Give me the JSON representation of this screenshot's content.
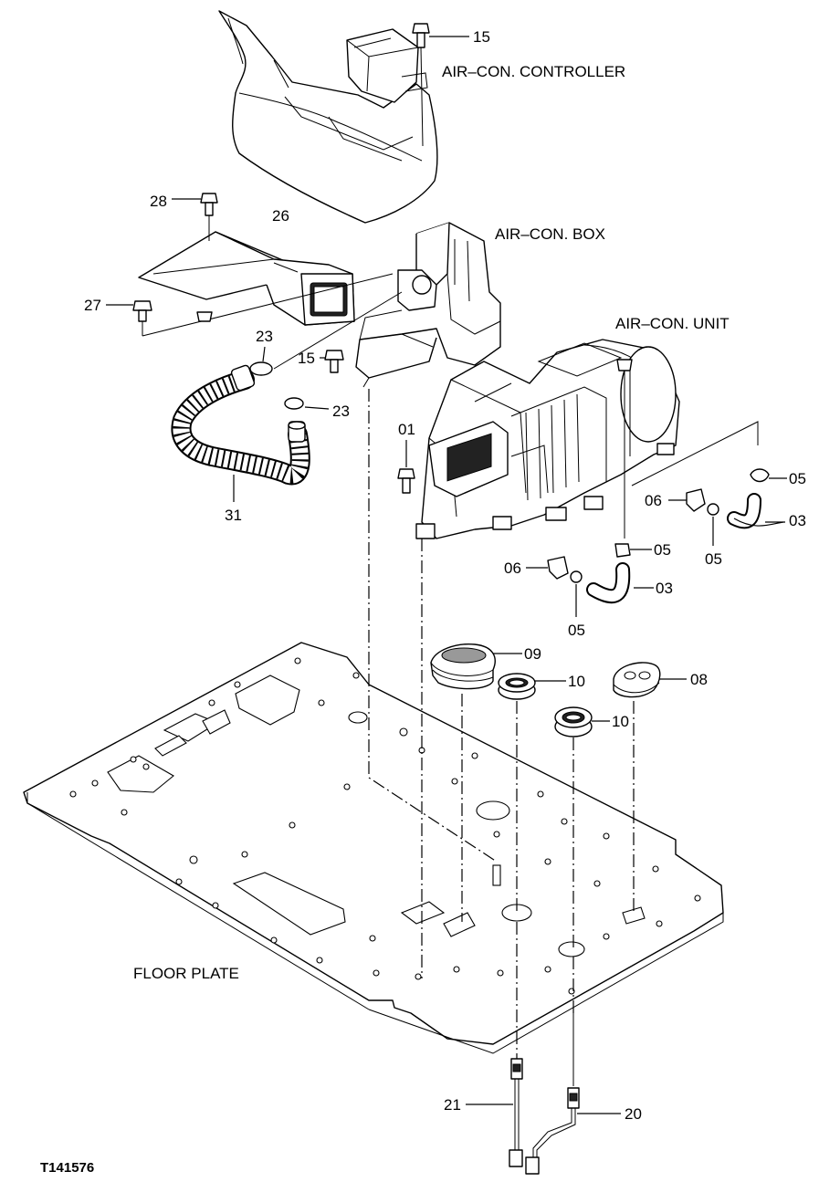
{
  "labels": {
    "air_con_controller": "AIR–CON. CONTROLLER",
    "air_con_box": "AIR–CON. BOX",
    "air_con_unit": "AIR–CON. UNIT",
    "floor_plate": "FLOOR PLATE"
  },
  "figure_id": "T141576",
  "callouts": {
    "c15_top": "15",
    "c28": "28",
    "c26": "26",
    "c27": "27",
    "c23_top": "23",
    "c15_mid": "15",
    "c23_mid": "23",
    "c31": "31",
    "c01": "01",
    "c05_right": "05",
    "c06_right": "06",
    "c03_right": "03",
    "c05_mid": "05",
    "c05_mid2": "05",
    "c06_low": "06",
    "c03_low": "03",
    "c05_low": "05",
    "c09": "09",
    "c10_a": "10",
    "c08": "08",
    "c10_b": "10",
    "c21": "21",
    "c20": "20"
  }
}
